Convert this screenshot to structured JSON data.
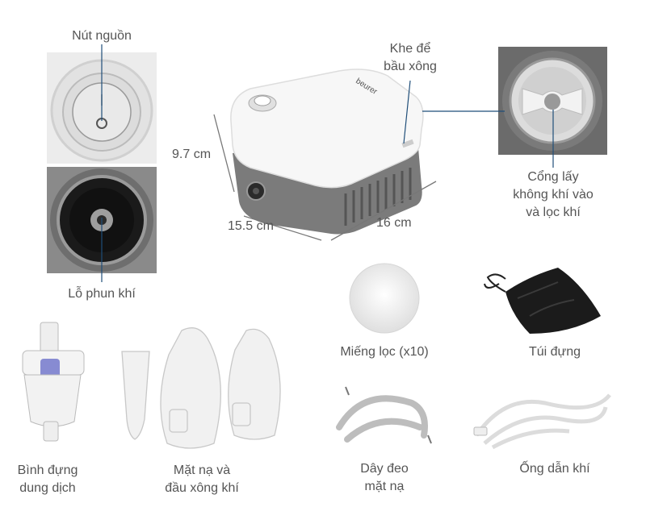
{
  "labels": {
    "power_button": "Nút nguồn",
    "nebulizer_slot": [
      "Khe để",
      "bầu xông"
    ],
    "air_intake": [
      "Cổng lấy",
      "không khí vào",
      "và lọc khí"
    ],
    "air_outlet": "Lỗ phun khí",
    "filters": "Miếng lọc (x10)",
    "bag": "Túi đựng",
    "medicine_cup": [
      "Bình đựng",
      "dung dịch"
    ],
    "masks": [
      "Mặt nạ và",
      "đầu xông khí"
    ],
    "strap": [
      "Dây đeo",
      "mặt nạ"
    ],
    "tube": "Ống dẫn khí"
  },
  "dimensions": {
    "height": "9.7 cm",
    "width": "15.5 cm",
    "depth": "16 cm"
  },
  "brand": "beurer",
  "colors": {
    "callout_line": "#1f4e79",
    "device_body": "#f7f7f7",
    "device_base": "#7a7a7a",
    "text": "#555555"
  }
}
